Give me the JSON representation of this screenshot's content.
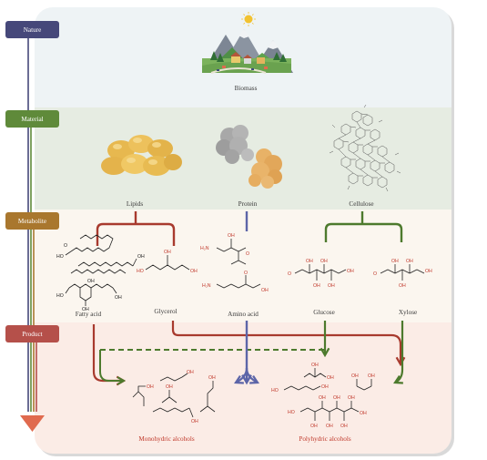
{
  "stages": {
    "nature": "Nature",
    "material": "Material",
    "metabolite": "Metabolite",
    "product": "Product"
  },
  "labels": {
    "biomass": "Biomass",
    "lipids": "Lipids",
    "protein": "Protein",
    "cellulose": "Cellulose",
    "fatty_acid": "Fatty acid",
    "glycerol": "Glycerol",
    "amino_acid": "Amino acid",
    "glucose": "Glucose",
    "xylose": "Xylose",
    "monohydric": "Monohydric alcohols",
    "polyhydric": "Polyhydric alcohols"
  },
  "chem": {
    "oh": "OH",
    "ho": "HO",
    "o": "O",
    "h2n": "H₂N"
  },
  "colors": {
    "nature": "#46487a",
    "material": "#5f8a3a",
    "metabolite": "#a9772e",
    "product": "#b5504a",
    "arrow_red": "#a83a2e",
    "arrow_green": "#4d7a2d",
    "arrow_blue": "#5c65a8",
    "down_arrow": "#e06a4e"
  }
}
